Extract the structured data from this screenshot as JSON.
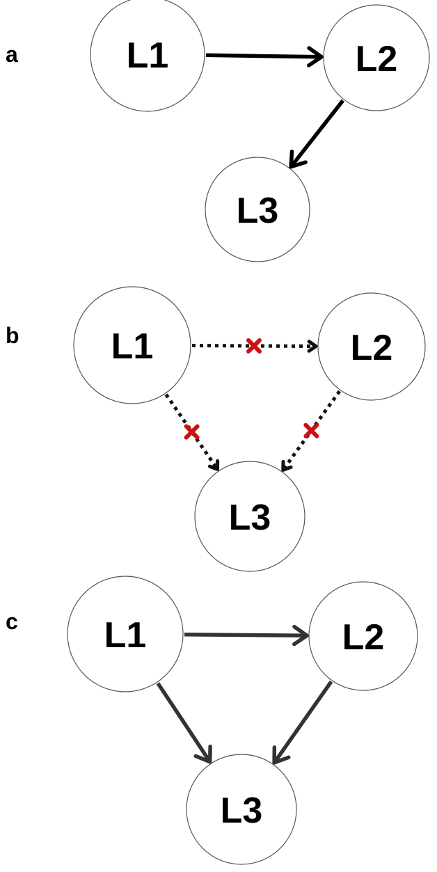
{
  "colors": {
    "solid_edge": "#000000",
    "dashed_edge": "#111111",
    "final_edge": "#333333",
    "blocked_mark": "#cc1111",
    "node_border": "#555555",
    "background": "#ffffff"
  },
  "panels": [
    {
      "id": "a",
      "label": "a",
      "nodes": [
        {
          "id": "L1",
          "label": "L1"
        },
        {
          "id": "L2",
          "label": "L2"
        },
        {
          "id": "L3",
          "label": "L3"
        }
      ],
      "edges": [
        {
          "from": "L1",
          "to": "L2",
          "style": "solid",
          "blocked": false
        },
        {
          "from": "L2",
          "to": "L3",
          "style": "solid",
          "blocked": false
        }
      ]
    },
    {
      "id": "b",
      "label": "b",
      "nodes": [
        {
          "id": "L1",
          "label": "L1"
        },
        {
          "id": "L2",
          "label": "L2"
        },
        {
          "id": "L3",
          "label": "L3"
        }
      ],
      "edges": [
        {
          "from": "L1",
          "to": "L2",
          "style": "dashed",
          "blocked": true
        },
        {
          "from": "L1",
          "to": "L3",
          "style": "dashed",
          "blocked": true
        },
        {
          "from": "L2",
          "to": "L3",
          "style": "dashed",
          "blocked": true
        }
      ]
    },
    {
      "id": "c",
      "label": "c",
      "nodes": [
        {
          "id": "L1",
          "label": "L1"
        },
        {
          "id": "L2",
          "label": "L2"
        },
        {
          "id": "L3",
          "label": "L3"
        }
      ],
      "edges": [
        {
          "from": "L1",
          "to": "L2",
          "style": "solid-gray",
          "blocked": false
        },
        {
          "from": "L1",
          "to": "L3",
          "style": "solid-gray",
          "blocked": false
        },
        {
          "from": "L2",
          "to": "L3",
          "style": "solid-gray",
          "blocked": false
        }
      ]
    }
  ]
}
